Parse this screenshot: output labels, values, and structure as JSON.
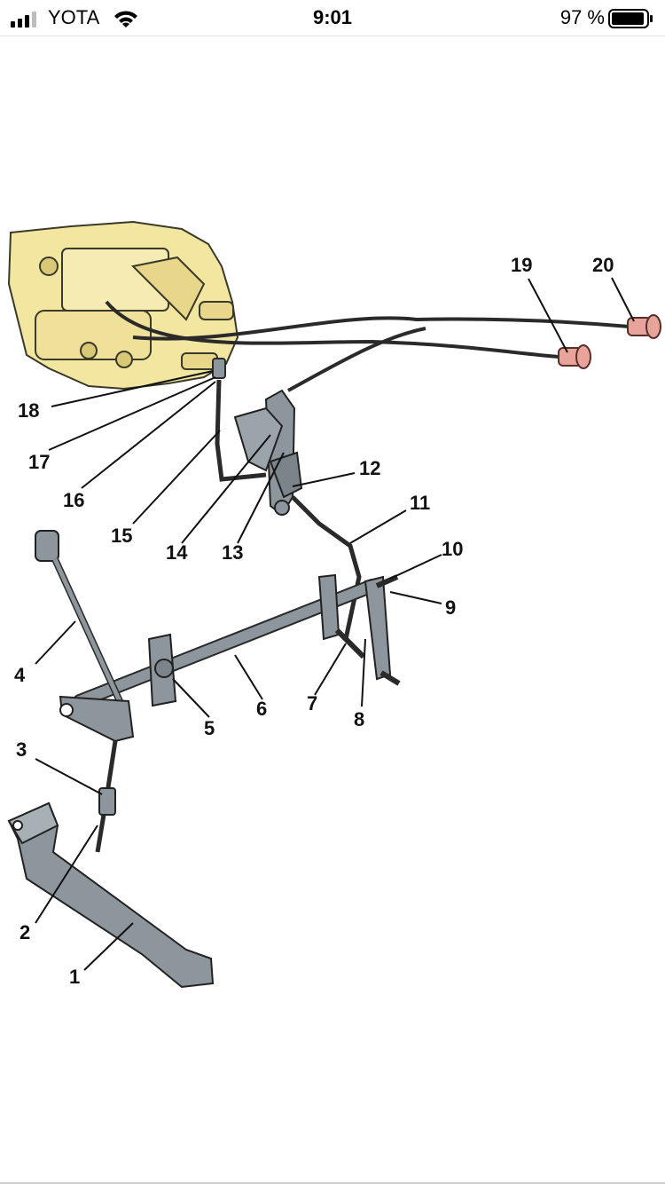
{
  "status_bar": {
    "carrier": "YOTA",
    "time": "9:01",
    "battery_percent": "97 %",
    "signal-icon": "signal-bars-icon",
    "wifi-icon": "wifi-icon",
    "battery-icon": "battery-icon"
  },
  "diagram": {
    "callouts": [
      "1",
      "2",
      "3",
      "4",
      "5",
      "6",
      "7",
      "8",
      "9",
      "10",
      "11",
      "12",
      "13",
      "14",
      "15",
      "16",
      "17",
      "18",
      "19",
      "20"
    ],
    "colors": {
      "carburetor": "#f2e6a0",
      "parts": "#8c969c",
      "knob": "#e8a49b",
      "line": "#1a1a1a"
    }
  }
}
